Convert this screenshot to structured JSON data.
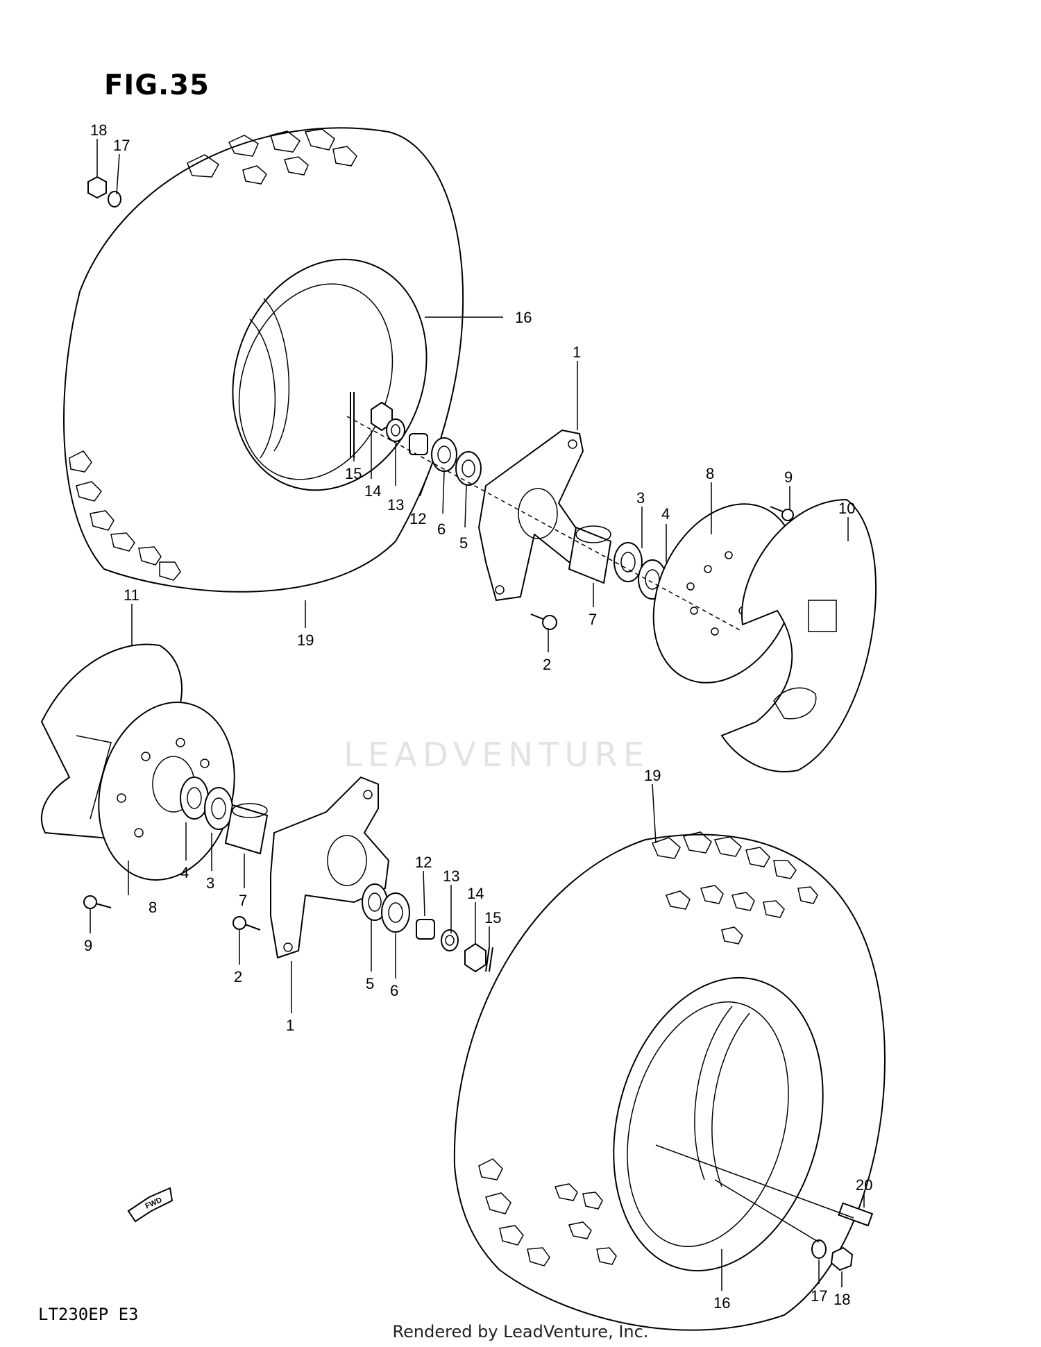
{
  "figure": {
    "title": "FIG.35",
    "model_code": "LT230EP  E3",
    "credit": "Rendered by LeadVenture, Inc.",
    "watermark": "LEADVENTURE",
    "fwd_label": "FWD"
  },
  "callouts": {
    "c18a": "18",
    "c17a": "17",
    "c16a": "16",
    "c1a": "1",
    "c15a": "15",
    "c14a": "14",
    "c13a": "13",
    "c12a": "12",
    "c6a": "6",
    "c5a": "5",
    "c3a": "3",
    "c4a": "4",
    "c8a": "8",
    "c9a": "9",
    "c10": "10",
    "c7a": "7",
    "c2a": "2",
    "c19a": "19",
    "c11": "11",
    "c19b": "19",
    "c4b": "4",
    "c3b": "3",
    "c7b": "7",
    "c8b": "8",
    "c9b": "9",
    "c2b": "2",
    "c12b": "12",
    "c13b": "13",
    "c14b": "14",
    "c15b": "15",
    "c5b": "5",
    "c6b": "6",
    "c1b": "1",
    "c20": "20",
    "c17b": "17",
    "c18b": "18",
    "c16b": "16"
  }
}
